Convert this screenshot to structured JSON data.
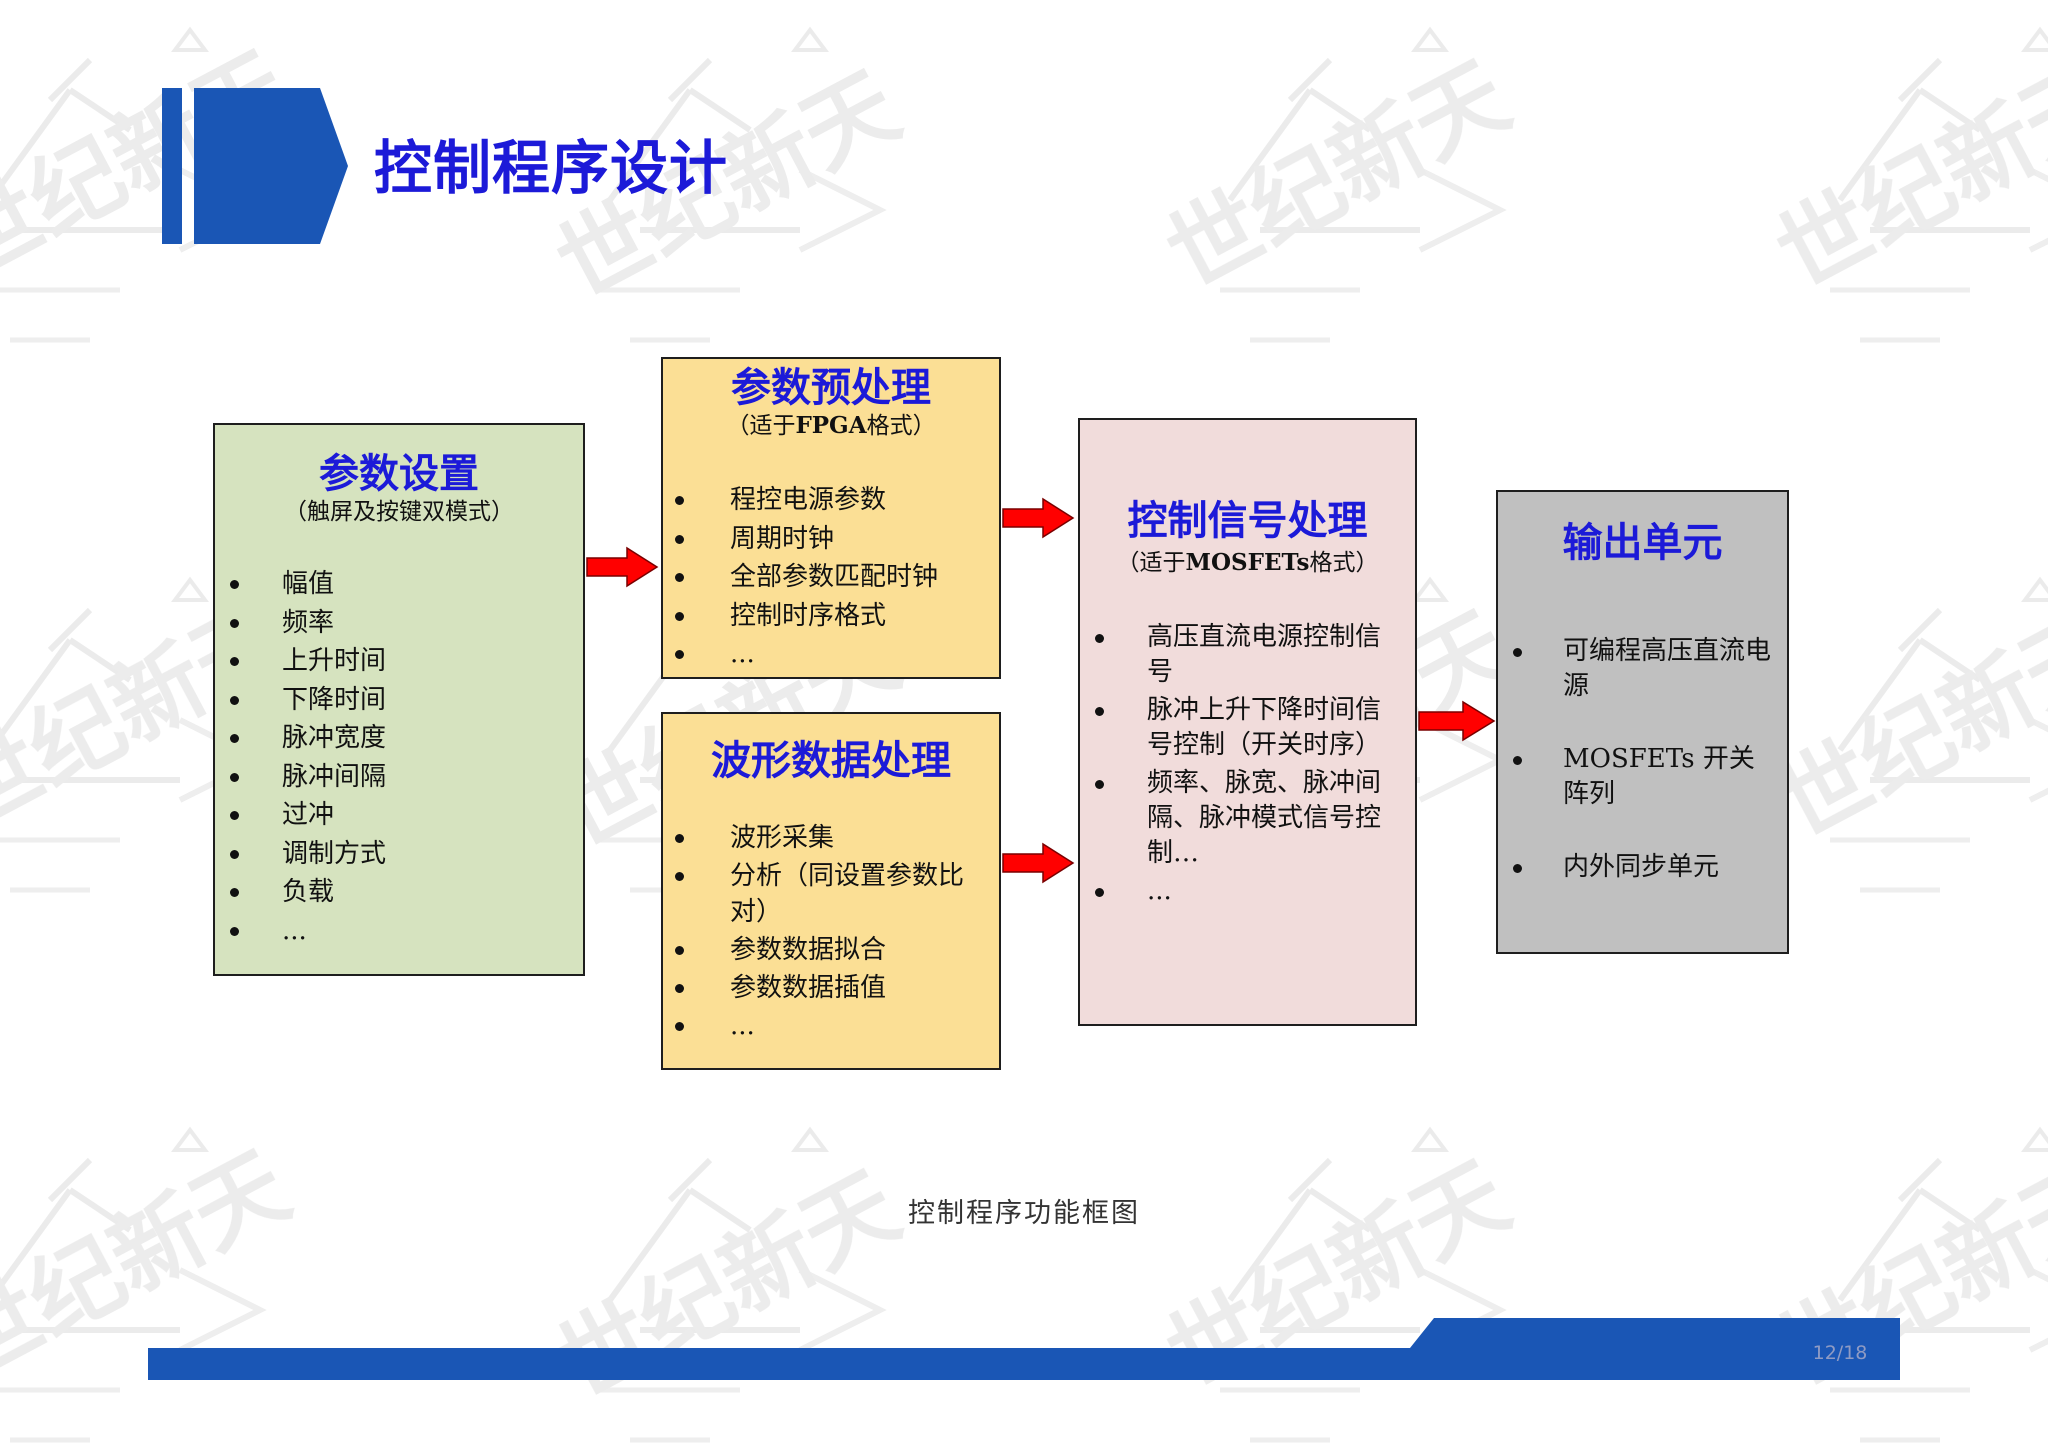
{
  "page": {
    "title": "控制程序设计",
    "caption": "控制程序功能框图",
    "page_number": "12/18",
    "watermark_text": "世纪新天"
  },
  "colors": {
    "title_blue": "#1c1ad8",
    "bar_blue": "#1a56b5",
    "settings_bg": "#d6e3bf",
    "preprocess_bg": "#fbdf95",
    "control_bg": "#f1dcdb",
    "output_bg": "#c0c0c0",
    "arrow_red": "#ff0000"
  },
  "diagram": {
    "settings": {
      "title": "参数设置",
      "subtitle": "（触屏及按键双模式）",
      "items": [
        "幅值",
        "频率",
        "上升时间",
        "下降时间",
        "脉冲宽度",
        "脉冲间隔",
        "过冲",
        "调制方式",
        "负载",
        "..."
      ]
    },
    "preprocess": {
      "title": "参数预处理",
      "subtitle_pre": "（适于",
      "subtitle_bold": "FPGA",
      "subtitle_post": "格式）",
      "items": [
        "程控电源参数",
        "周期时钟",
        "全部参数匹配时钟",
        "控制时序格式",
        "..."
      ]
    },
    "waveform": {
      "title": "波形数据处理",
      "items": [
        "波形采集",
        "分析（同设置参数比对）",
        "参数数据拟合",
        "参数数据插值",
        "..."
      ]
    },
    "control": {
      "title": "控制信号处理",
      "subtitle_pre": "（适于",
      "subtitle_bold": "MOSFETs",
      "subtitle_post": "格式）",
      "items": [
        "高压直流电源控制信号",
        "脉冲上升下降时间信号控制（开关时序）",
        "频率、脉宽、脉冲间隔、脉冲模式信号控制…",
        "..."
      ]
    },
    "output": {
      "title": "输出单元",
      "items": [
        "可编程高压直流电源",
        "MOSFETs 开关阵列",
        "内外同步单元"
      ]
    }
  }
}
